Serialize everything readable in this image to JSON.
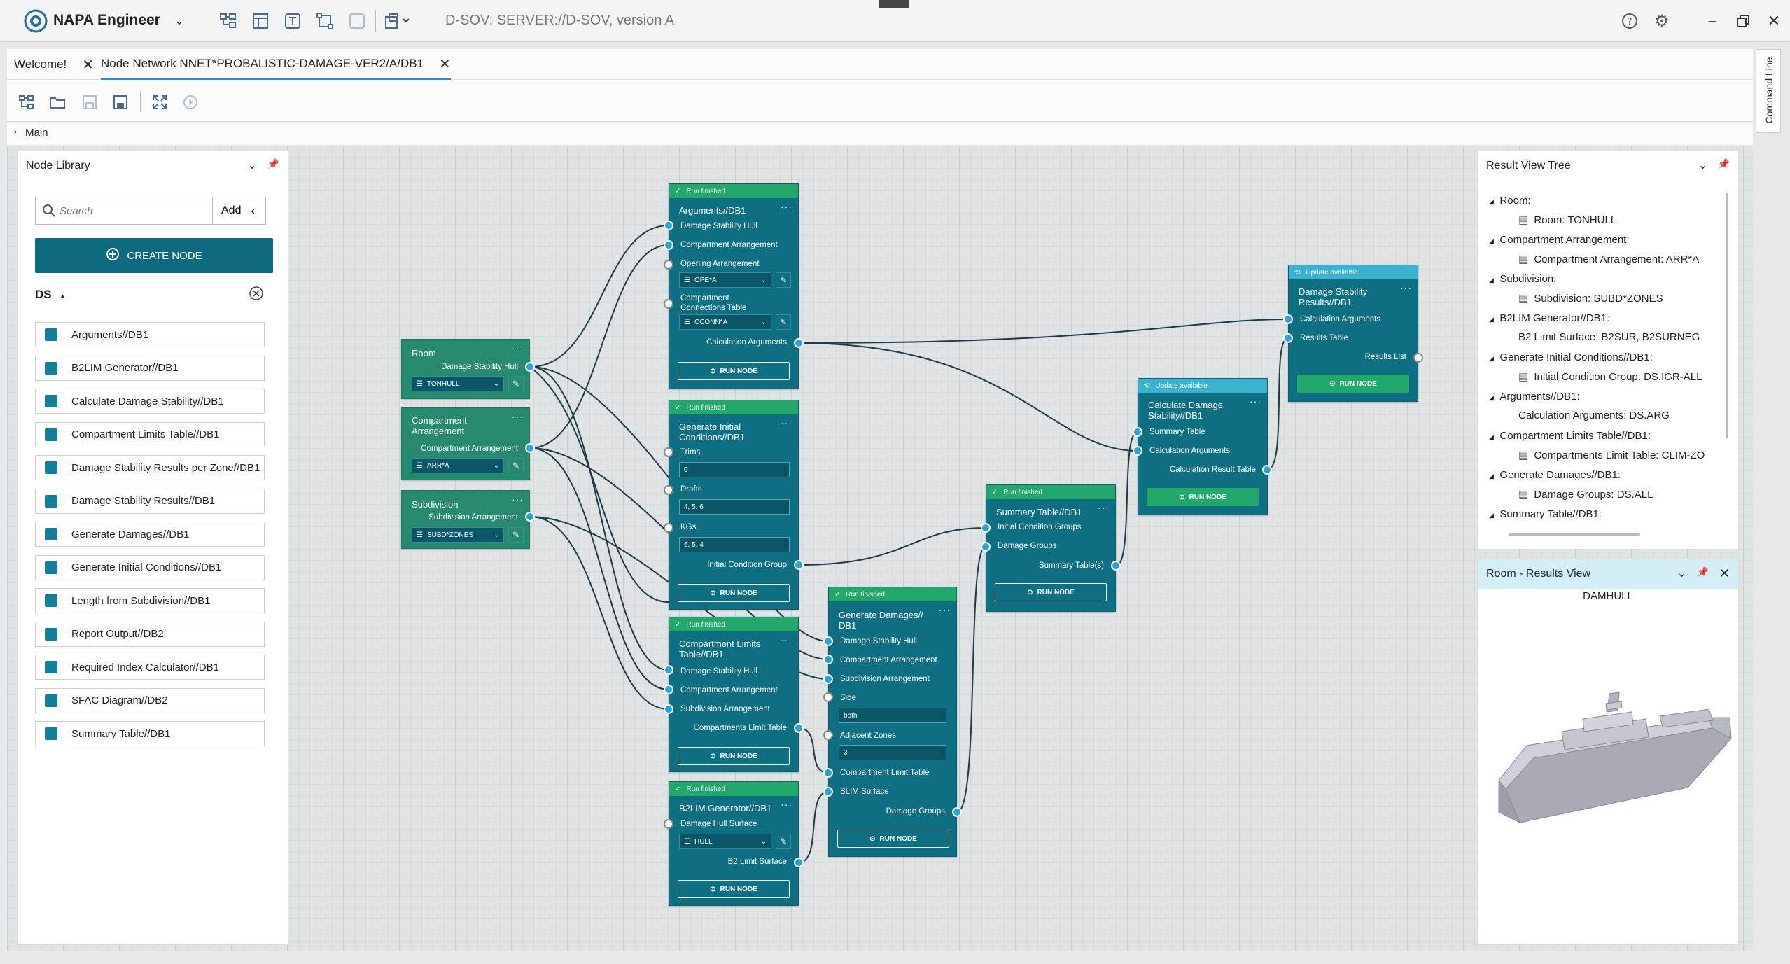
{
  "app": {
    "name": "NAPA Engineer",
    "server": "D-SOV: SERVER://D-SOV, version A"
  },
  "tabs": [
    {
      "label": "Welcome!"
    },
    {
      "label": "Node Network NNET*PROBALISTIC-DAMAGE-VER2/A/DB1"
    }
  ],
  "breadcrumb": "Main",
  "command_line": "Command Line",
  "library": {
    "title": "Node Library",
    "search_placeholder": "Search",
    "add_label": "Add",
    "create_label": "CREATE NODE",
    "group": "DS",
    "items": [
      "Arguments//DB1",
      "B2LIM Generator//DB1",
      "Calculate Damage Stability//DB1",
      "Compartment Limits Table//DB1",
      "Damage Stability Results per Zone//DB1",
      "Damage Stability Results//DB1",
      "Generate Damages//DB1",
      "Generate Initial Conditions//DB1",
      "Length from Subdivision//DB1",
      "Report Output//DB2",
      "Required Index Calculator//DB1",
      "SFAC Diagram//DB2",
      "Summary Table//DB1"
    ]
  },
  "common": {
    "run": "RUN NODE",
    "finished": "Run finished",
    "update": "Update available"
  },
  "nodes": {
    "room": {
      "title": "Room",
      "out": "Damage Stability Hull",
      "sel": "TONHULL"
    },
    "comp": {
      "title": "Compartment Arrangement",
      "out": "Compartment Arrangement",
      "sel": "ARR*A"
    },
    "subd": {
      "title": "Subdivision",
      "out": "Subdivision Arrangement",
      "sel": "SUBD*ZONES"
    },
    "args": {
      "title": "Arguments//DB1",
      "in1": "Damage Stability Hull",
      "in2": "Compartment Arrangement",
      "in3": "Opening Arrangement",
      "sel1": "OPE*A",
      "in4": "Compartment Connections Table",
      "sel2": "CCONN*A",
      "out": "Calculation Arguments"
    },
    "gic": {
      "title": "Generate Initial Conditions//DB1",
      "in1": "Trims",
      "v1": "0",
      "in2": "Drafts",
      "v2": "4, 5, 6",
      "in3": "KGs",
      "v3": "6, 5, 4",
      "out": "Initial Condition Group"
    },
    "clt": {
      "title": "Compartment Limits Table//DB1",
      "in1": "Damage Stability Hull",
      "in2": "Compartment Arrangement",
      "in3": "Subdivision Arrangement",
      "out": "Compartments Limit Table"
    },
    "b2": {
      "title": "B2LIM Generator//DB1",
      "in1": "Damage Hull Surface",
      "sel": "HULL",
      "out": "B2 Limit Surface"
    },
    "gd": {
      "title": "Generate Damages// DB1",
      "in1": "Damage Stability Hull",
      "in2": "Compartment Arrangement",
      "in3": "Subdivision Arrangement",
      "in4": "Side",
      "v4": "both",
      "in5": "Adjacent Zones",
      "v5": "3",
      "in6": "Compartment Limit Table",
      "in7": "BLIM Surface",
      "out": "Damage Groups"
    },
    "st": {
      "title": "Summary Table//DB1",
      "in1": "Initial Condition Groups",
      "in2": "Damage Groups",
      "out": "Summary Table(s)"
    },
    "cds": {
      "title": "Calculate Damage Stability//DB1",
      "in1": "Summary Table",
      "in2": "Calculation Arguments",
      "out": "Calculation Result Table"
    },
    "dsr": {
      "title": "Damage Stability Results//DB1",
      "in1": "Calculation Arguments",
      "in2": "Results Table",
      "out": "Results List"
    }
  },
  "result_tree": {
    "title": "Result View Tree",
    "rows": [
      {
        "label": "Room:",
        "child": "Room: TONHULL",
        "icon": true
      },
      {
        "label": "Compartment Arrangement:",
        "child": "Compartment Arrangement: ARR*A",
        "icon": true
      },
      {
        "label": "Subdivision:",
        "child": "Subdivision: SUBD*ZONES",
        "icon": true
      },
      {
        "label": "B2LIM Generator//DB1:",
        "child": "B2 Limit Surface: B2SUR, B2SURNEG",
        "icon": false
      },
      {
        "label": "Generate Initial Conditions//DB1:",
        "child": "Initial Condition Group: DS.IGR-ALL",
        "icon": true
      },
      {
        "label": "Arguments//DB1:",
        "child": "Calculation Arguments: DS.ARG",
        "icon": false
      },
      {
        "label": "Compartment Limits Table//DB1:",
        "child": "Compartments Limit Table: CLIM-ZO",
        "icon": true
      },
      {
        "label": "Generate Damages//DB1:",
        "child": "Damage Groups: DS.ALL",
        "icon": true
      },
      {
        "label": "Summary Table//DB1:",
        "child": "",
        "icon": false
      }
    ]
  },
  "results_view": {
    "title": "Room - Results View",
    "object": "DAMHULL"
  }
}
